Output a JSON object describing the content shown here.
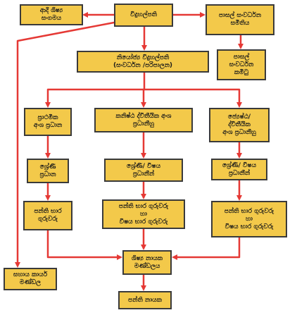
{
  "nodes": {
    "principal": "විදුහල්පති",
    "past_pupils": "ආදි ශිෂ්‍ය\nසංගමය",
    "sdc": "පාසල් සංවර්ධන\nසමිතිය",
    "deputy_principal": "නියෝජ්‍ය විදුහල්පති\n(සංවර්ධන /පරිපාලන)",
    "school_dev_committee": "පාසල්\nසංවර්ධන\nකමිටු",
    "primary_head": "ප්‍රාථමික\nඅංශ ප්‍රධාන",
    "junior_sec_head": "කනිෂ්ඨ ද්විතීයික අංශ\nප්‍රධානීහු",
    "senior_sec_head": "ජ්‍යෙෂ්ඨ/\nද්විතීයික\nඅංශ ප්‍රධානීහු",
    "grade_head_primary": "ශ්‍රේණි\nප්‍රධාන",
    "grade_subject_head_junior": "ශ්‍රේණි/ විෂය\nප්‍රධානීන්",
    "grade_subject_head_senior": "ශ්‍රේණි/ විෂය\nප්‍රධානීන්",
    "class_teacher_primary": "පන්ති භාර\nගුරුවරු",
    "class_subject_teacher_junior": "පන්ති භාර ගුරුවරු\nහා\nවිෂය භාර ගුරුවරු",
    "class_subject_teacher_senior": "පන්ති භාර ගුරුවරු\nහා\nවිෂය භාර ගුරුවරු",
    "prefects_board": "ශිෂ්‍ය නායක\nමණ්ඩලය",
    "support_staff": "සහාය කාර්ය\nමණ්ඩල",
    "class_monitors": "පන්ති නායක"
  },
  "colors": {
    "box_fill": "#f3c94a",
    "box_border": "#3a3a3a",
    "connector": "#e53935"
  }
}
